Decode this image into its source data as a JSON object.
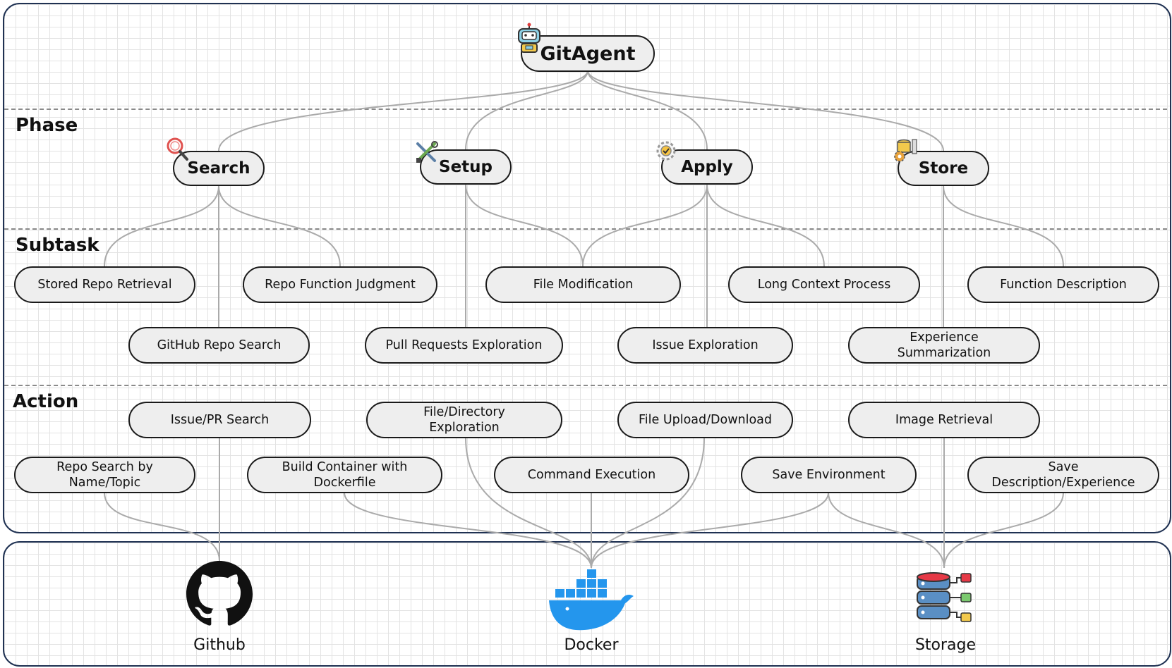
{
  "root": {
    "label": "GitAgent",
    "icon": "robot-icon"
  },
  "sections": {
    "phase": "Phase",
    "subtask": "Subtask",
    "action": "Action"
  },
  "phases": [
    {
      "label": "Search",
      "icon": "magnifier-icon"
    },
    {
      "label": "Setup",
      "icon": "tools-icon"
    },
    {
      "label": "Apply",
      "icon": "gear-icon"
    },
    {
      "label": "Store",
      "icon": "database-gear-icon"
    }
  ],
  "subtasks": [
    "Stored Repo Retrieval",
    "Repo Function Judgment",
    "File Modification",
    "Long Context Process",
    "Function Description",
    "GitHub Repo Search",
    "Pull Requests Exploration",
    "Issue Exploration",
    "Experience Summarization"
  ],
  "actions": [
    "Issue/PR Search",
    "File/Directory Exploration",
    "File Upload/Download",
    "Image Retrieval",
    "Repo Search by Name/Topic",
    "Build Container with Dockerfile",
    "Command Execution",
    "Save Environment",
    "Save Description/Experience"
  ],
  "resources": [
    {
      "label": "Github",
      "icon": "github-icon"
    },
    {
      "label": "Docker",
      "icon": "docker-icon"
    },
    {
      "label": "Storage",
      "icon": "storage-icon"
    }
  ],
  "colors": {
    "border": "#1f3152",
    "node_fill": "#eeeeee",
    "link": "#aaaaaa",
    "docker_blue": "#2496ed",
    "storage_red": "#e63946"
  }
}
